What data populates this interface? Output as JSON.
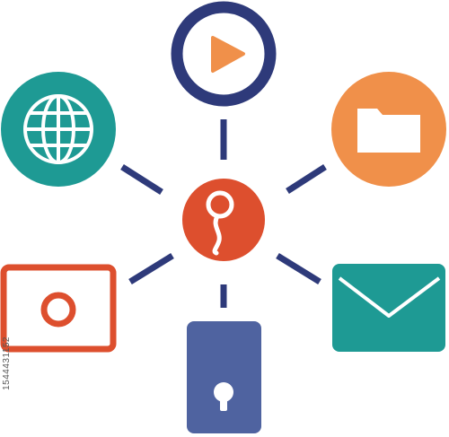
{
  "watermark": {
    "stock_id": "1544431152"
  },
  "colors": {
    "navy": "#2e3a7a",
    "teal": "#1e9a94",
    "orange": "#f0904a",
    "red_orange": "#dd4f2e",
    "slate_blue": "#4f63a0",
    "background": "#ffffff"
  },
  "hub": {
    "icon": "user-node-icon",
    "color": "red_orange"
  },
  "nodes": [
    {
      "icon": "play-video-icon",
      "shape": "ring"
    },
    {
      "icon": "globe-icon",
      "shape": "circle"
    },
    {
      "icon": "folder-icon",
      "shape": "circle"
    },
    {
      "icon": "camera-record-icon",
      "shape": "frame"
    },
    {
      "icon": "envelope-icon",
      "shape": "rounded-rect"
    },
    {
      "icon": "lock-phone-icon",
      "shape": "rounded-rect"
    }
  ]
}
